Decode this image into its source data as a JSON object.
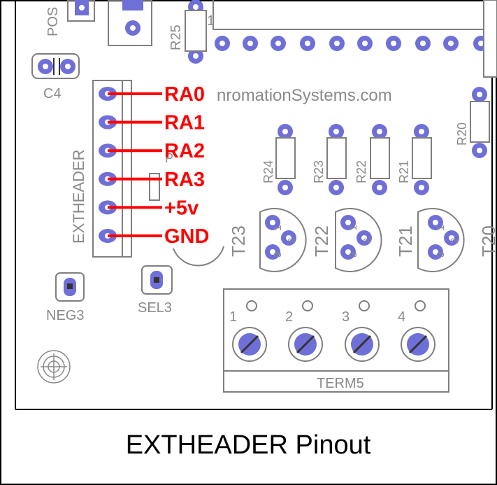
{
  "caption": "EXTHEADER Pinout",
  "pin_color": "#ff0000",
  "pad_color": "#6f6fd8",
  "pins": [
    {
      "label": "RA0"
    },
    {
      "label": "RA1"
    },
    {
      "label": "RA2"
    },
    {
      "label": "RA3"
    },
    {
      "label": "+5v"
    },
    {
      "label": "GND"
    }
  ],
  "labels": {
    "extheader": "EXTHEADER",
    "website": "nromationSystems.com",
    "c4": "C4",
    "pos": "POS",
    "r25": "R25",
    "pin1": "1",
    "r24": "R24",
    "r23": "R23",
    "r22": "R22",
    "r21": "R21",
    "r20": "R20",
    "t23": "T23",
    "t22": "T22",
    "t21": "T21",
    "t20": "T20",
    "neg3": "NEG3",
    "sel3": "SEL3",
    "term5": "TERM5",
    "terminals": [
      "1",
      "2",
      "3",
      "4"
    ]
  }
}
